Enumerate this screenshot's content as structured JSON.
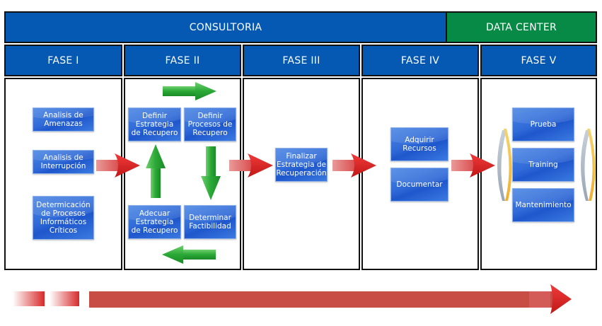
{
  "header": {
    "consultoria": "CONSULTORIA",
    "data_center": "DATA CENTER"
  },
  "colors": {
    "header_blue": "#0559b3",
    "header_green": "#078a46",
    "box_blue": "#2f6ad8",
    "flow_arrow_red": "#d42a2a",
    "cycle_arrow_green": "#2aa836",
    "timeline_red": "#c74d45"
  },
  "phases": [
    {
      "title": "FASE I",
      "steps": [
        "Analisis de Amenazas",
        "Analisis de Interrupción",
        "Determicación de Procesos Informáticos Críticos"
      ]
    },
    {
      "title": "FASE II",
      "steps": [
        "Definir Estrategia de Recupero",
        "Definir Procesos de Recupero",
        "Adecuar Estrategia de Recupero",
        "Determinar Factibilidad"
      ]
    },
    {
      "title": "FASE III",
      "steps": [
        "Finalizar Estrategia de Recuperación"
      ]
    },
    {
      "title": "FASE IV",
      "steps": [
        "Adquirir Recursos",
        "Documentar"
      ]
    },
    {
      "title": "FASE V",
      "steps": [
        "Prueba",
        "Training",
        "Mantenimiento"
      ]
    }
  ],
  "icons": {
    "flow_arrow": "right-arrow-red",
    "cycle_arrows": "green-arrows",
    "refresh_arrows": "circular-arrows",
    "timeline": "timeline-arrow"
  }
}
